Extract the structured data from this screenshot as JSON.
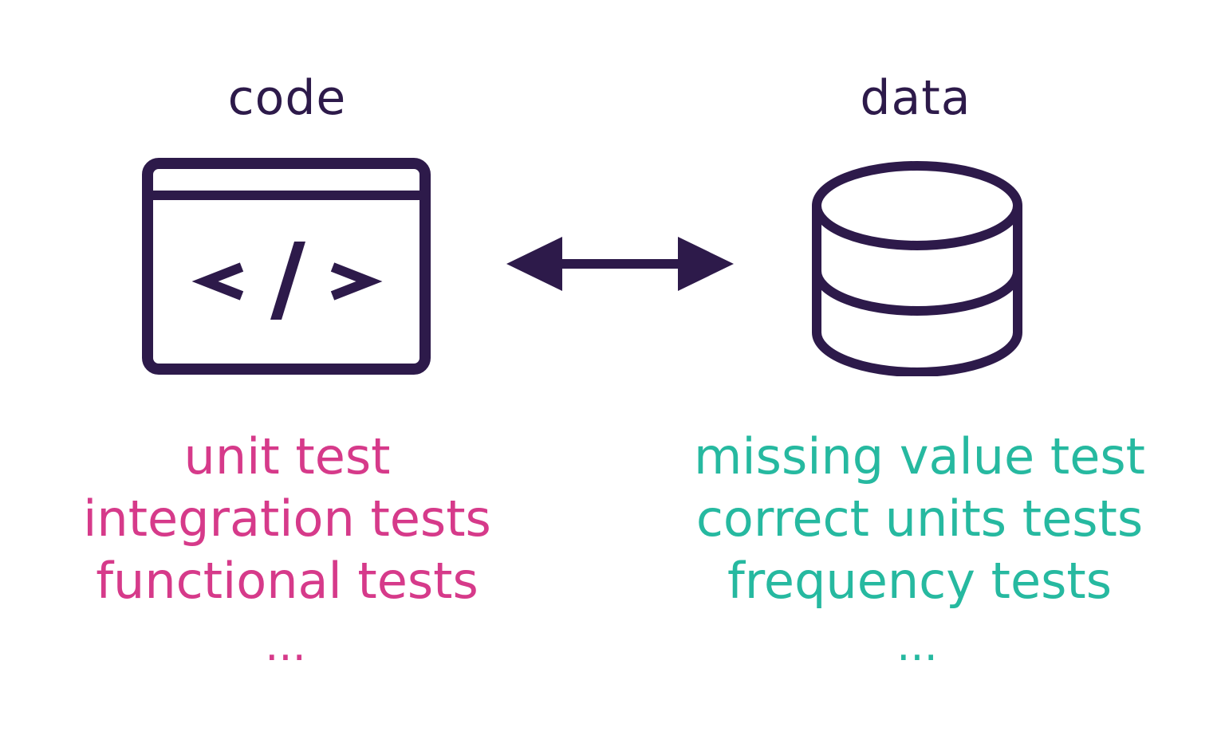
{
  "code": {
    "title": "code",
    "tests": [
      "unit test",
      "integration tests",
      "functional tests"
    ],
    "ellipsis": "...",
    "color": "#d63a8a",
    "icon": "code-window-icon"
  },
  "data": {
    "title": "data",
    "tests": [
      "missing value test",
      "correct units tests",
      "frequency tests"
    ],
    "ellipsis": "...",
    "color": "#26b9a0",
    "icon": "database-icon"
  },
  "connector": {
    "icon": "double-arrow-icon"
  },
  "colors": {
    "icon": "#2d1a4a",
    "code_text": "#d63a8a",
    "data_text": "#26b9a0"
  }
}
